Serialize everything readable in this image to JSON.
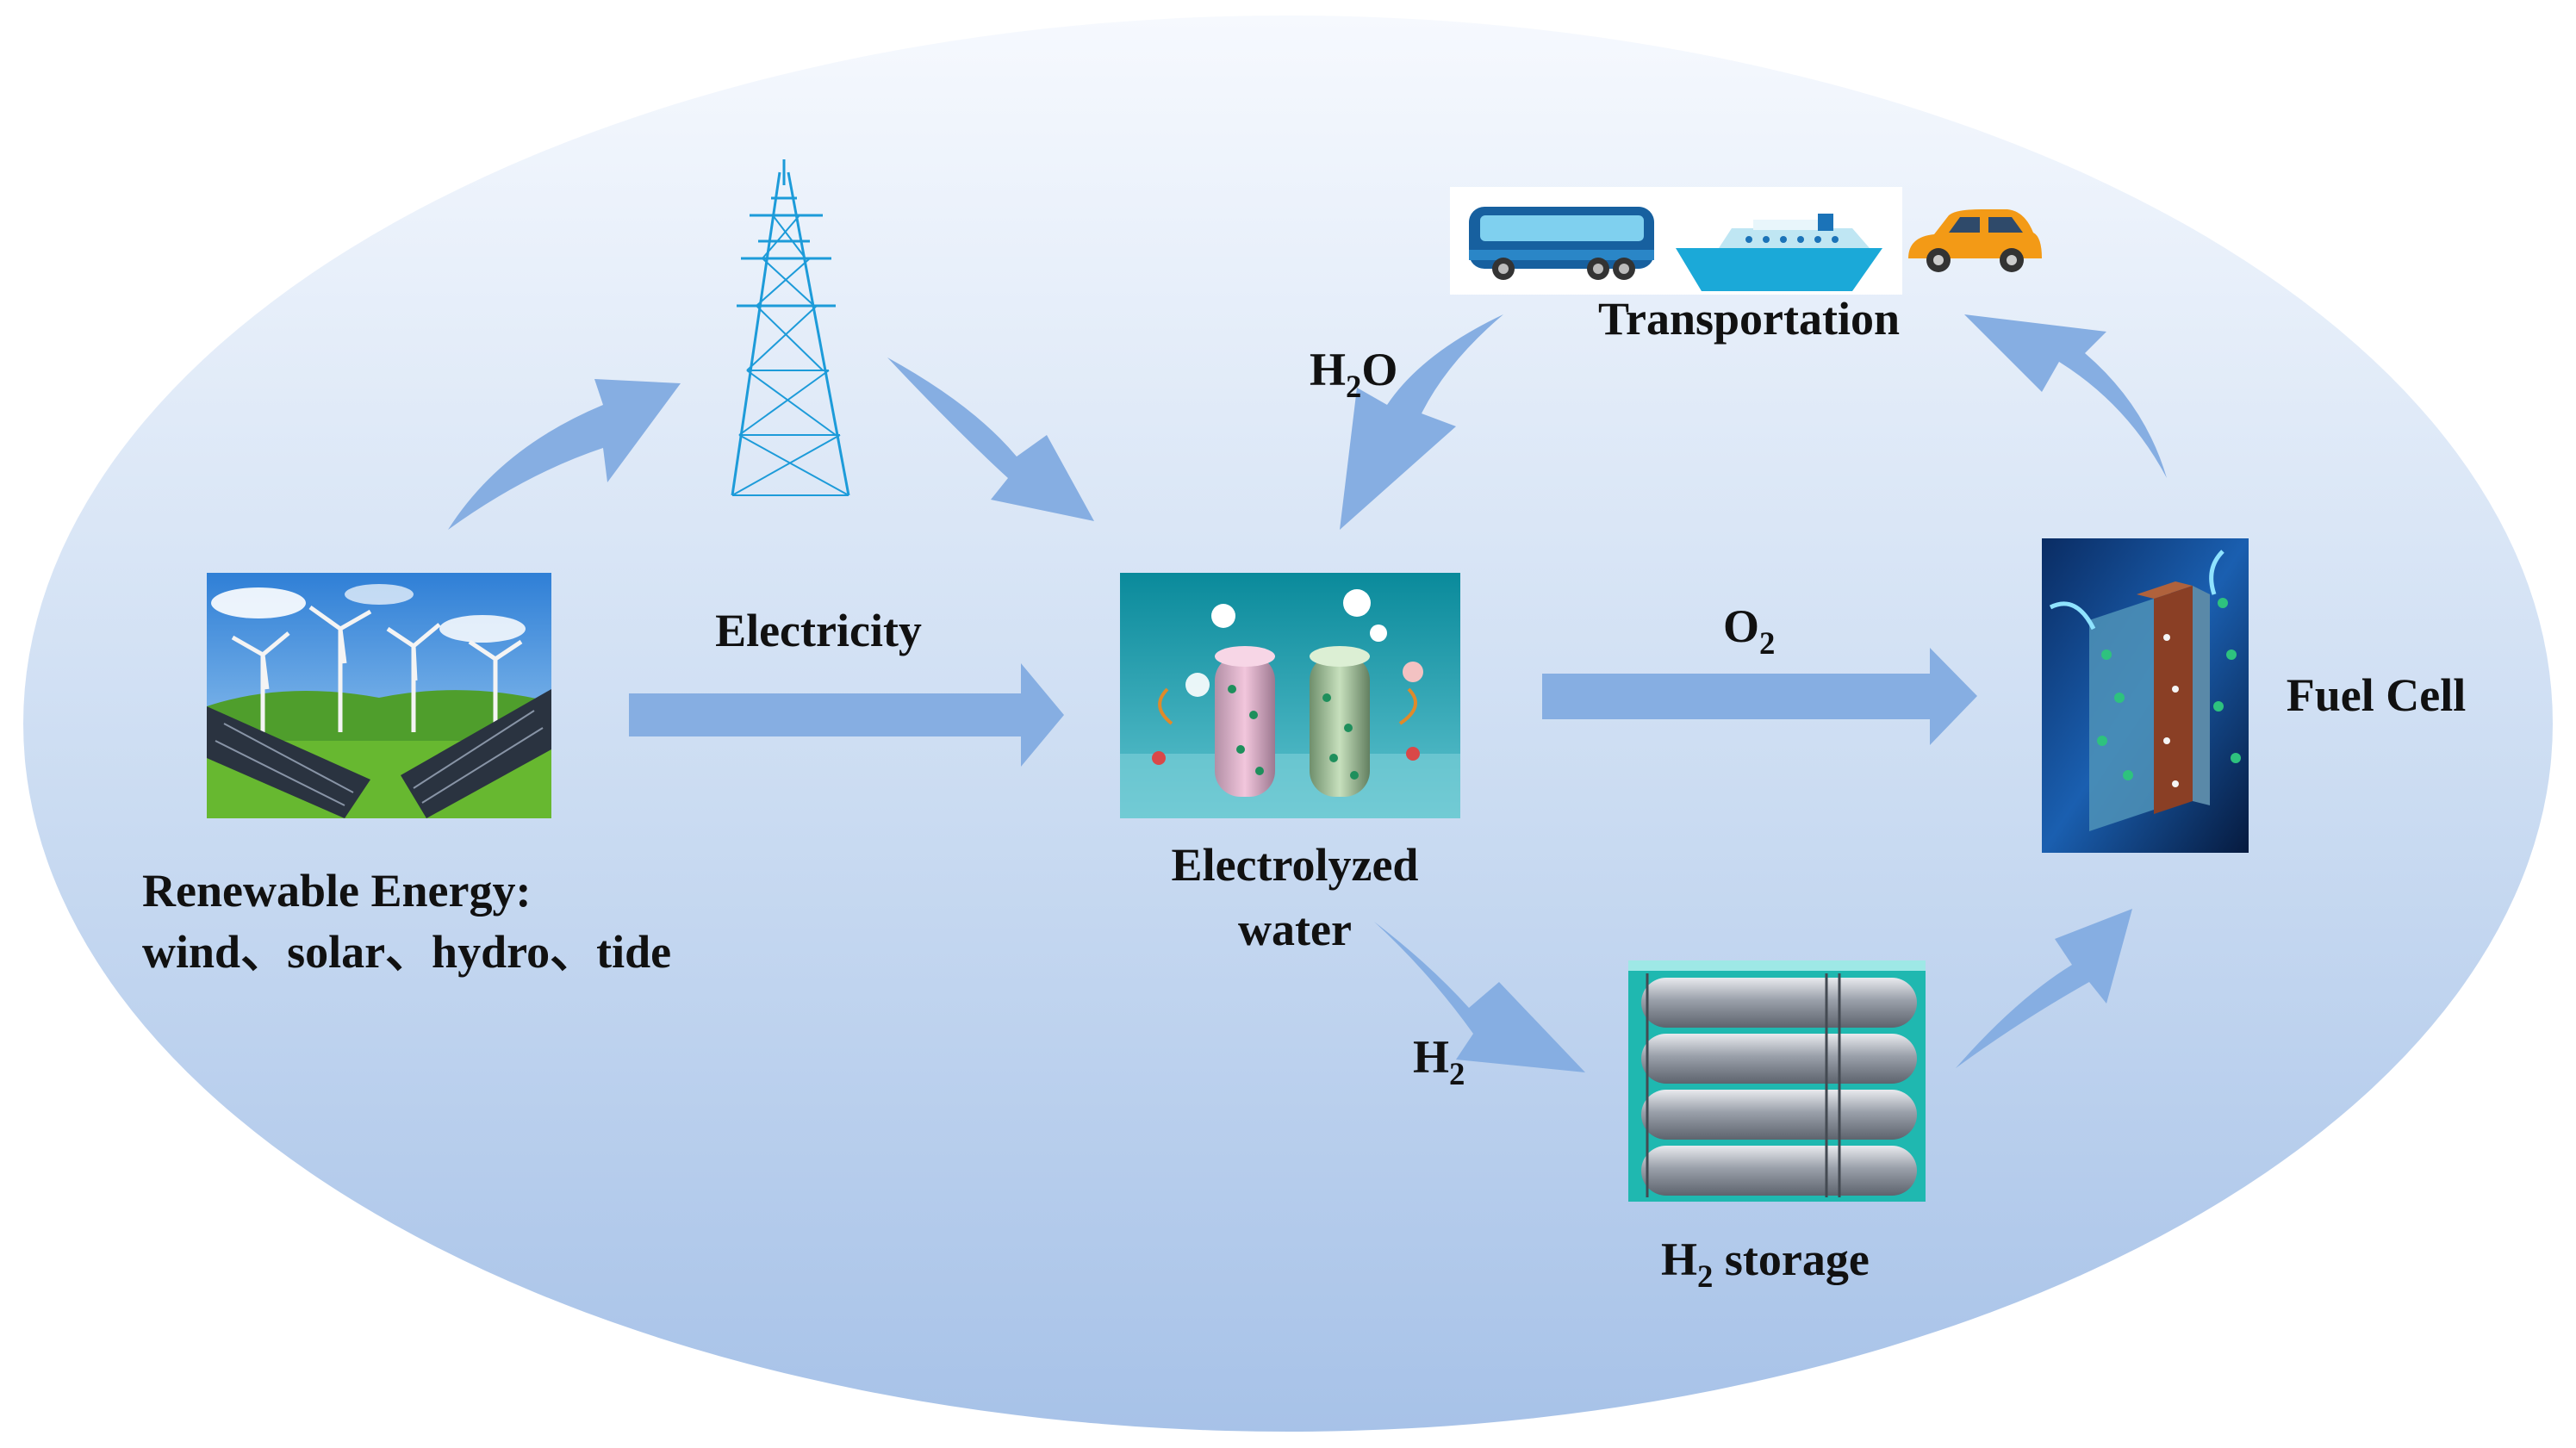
{
  "labels": {
    "electricity": "Electricity",
    "renewable_line1": "Renewable Energy:",
    "renewable_line2": "wind、solar、hydro、tide",
    "electrolyzed_line1": "Electrolyzed",
    "electrolyzed_line2": "water",
    "oxygen_main": "O",
    "oxygen_sub": "2",
    "water_h": "H",
    "water_sub": "2",
    "water_o": "O",
    "transportation": "Transportation",
    "fuel_cell": "Fuel Cell",
    "hydrogen_main": "H",
    "hydrogen_sub": "2",
    "storage_h": "H",
    "storage_sub": "2",
    "storage_word": " storage"
  },
  "icons": {
    "renewable": "solar-wind-farm-icon",
    "tower": "transmission-tower-icon",
    "electrolyzer": "electrolyzer-icon",
    "transport": [
      "bus-icon",
      "ship-icon",
      "car-icon"
    ],
    "fuel_cell": "fuel-cell-stack-icon",
    "storage": "hydrogen-tank-icon"
  },
  "colors": {
    "arrow": "#86aee2",
    "ellipse_top": "#f5f8fd",
    "ellipse_bottom": "#a9c4e9",
    "text": "#111111",
    "tower": "#1d9bd9"
  }
}
